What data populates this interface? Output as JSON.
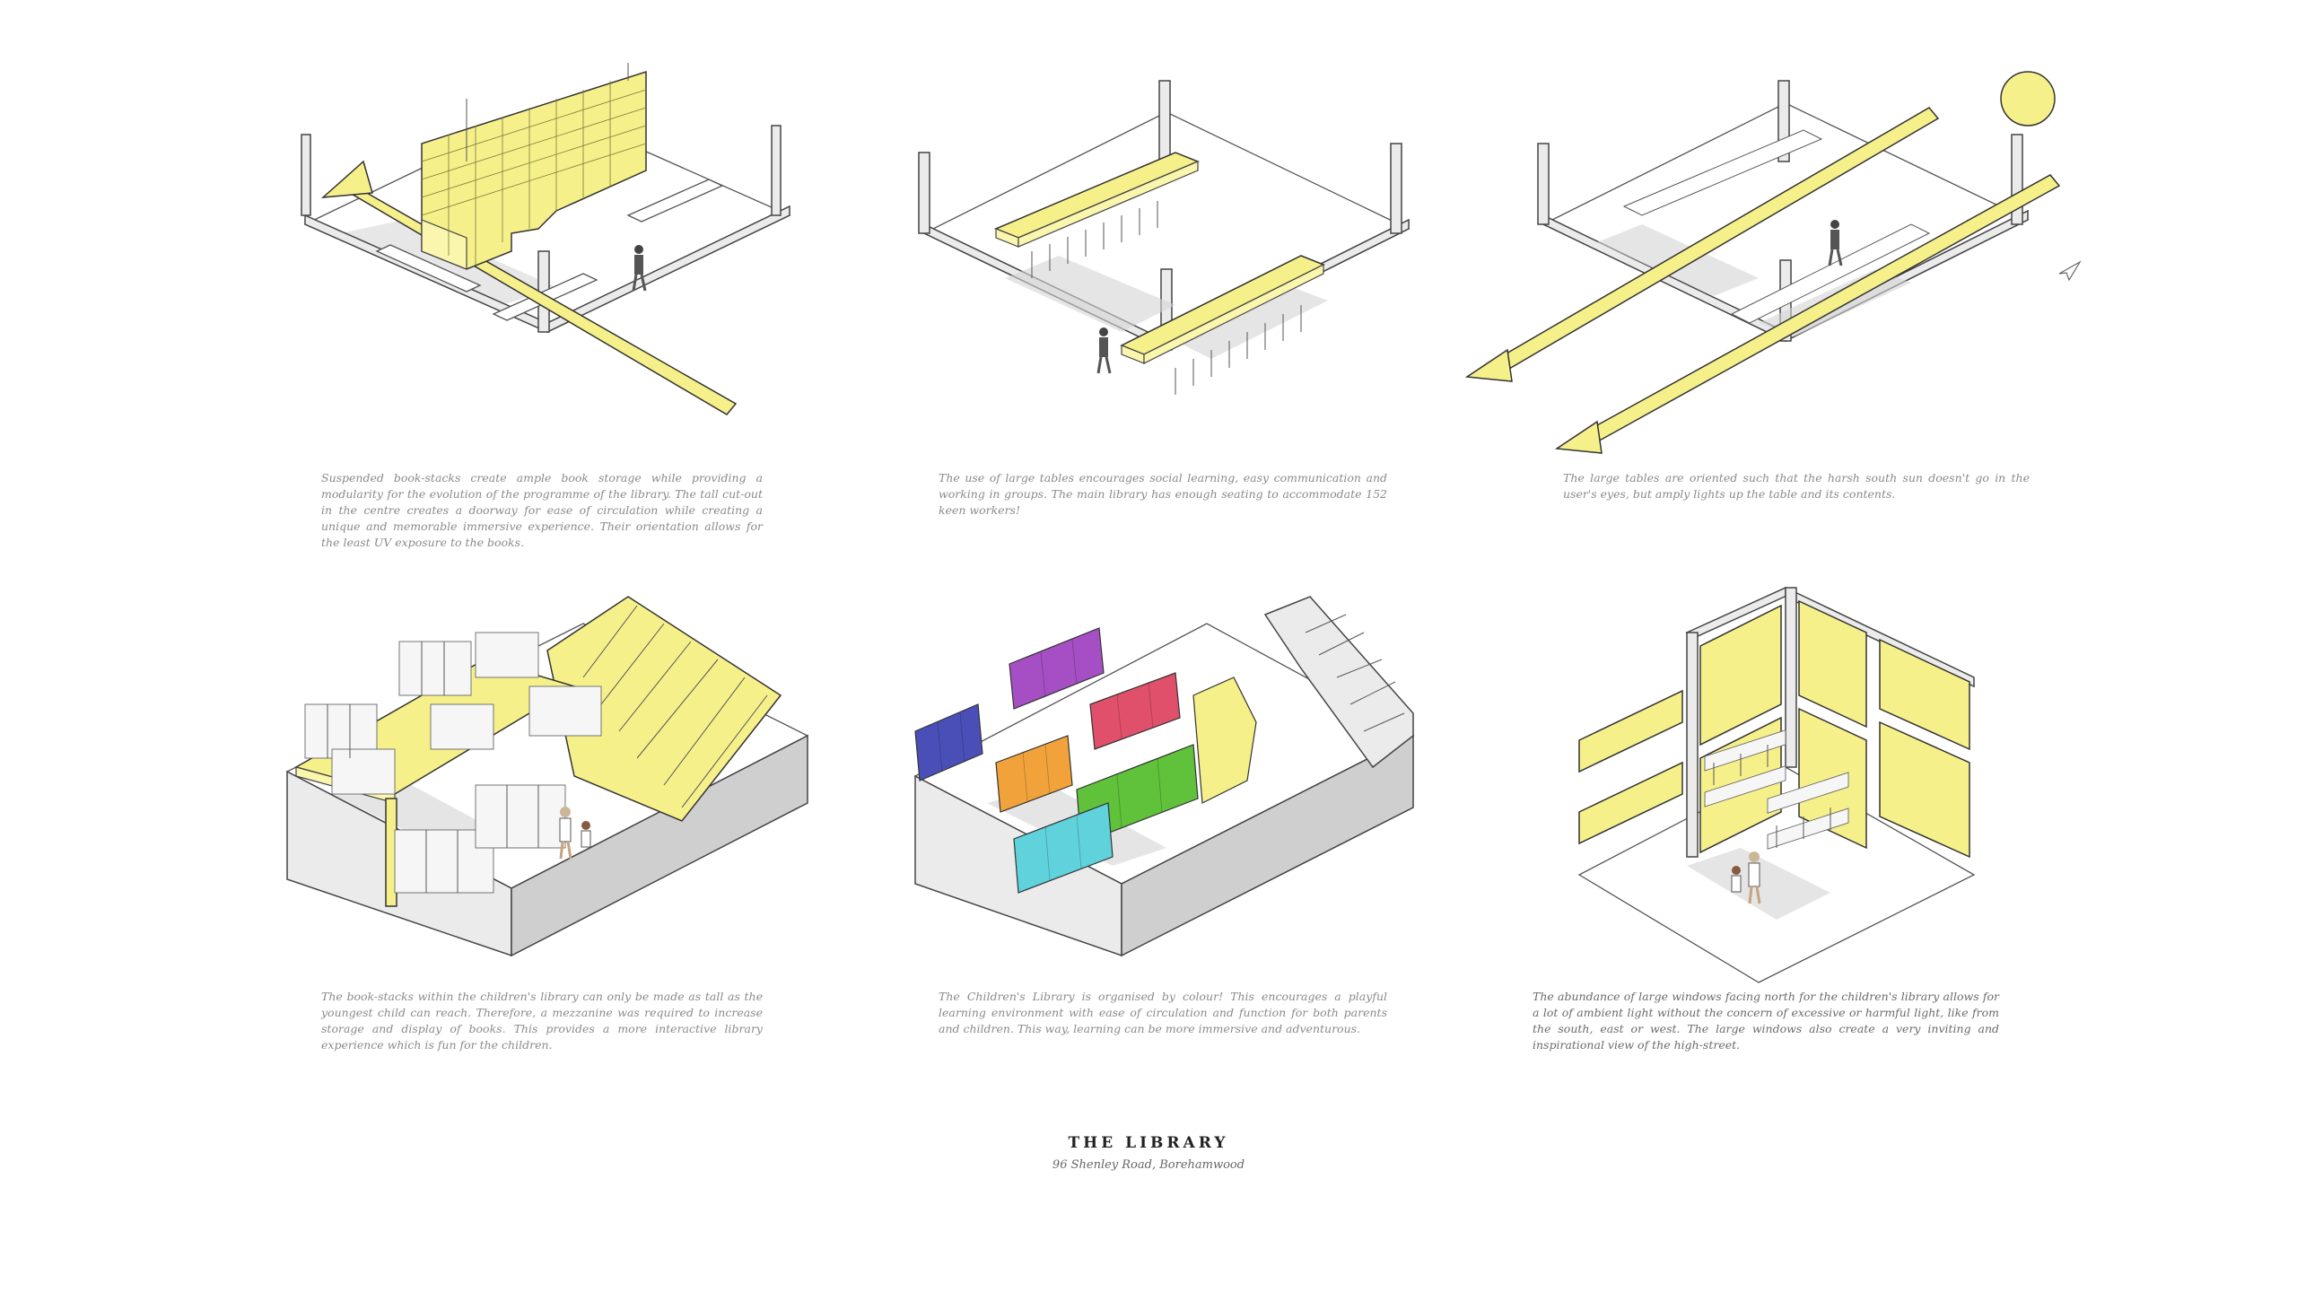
{
  "panels": [
    {
      "caption": "Suspended book-stacks create ample book storage while providing a modularity for the evolution of the programme of the library. The tall cut-out in the centre creates a doorway for ease of circulation while creating a unique and memorable immersive experience. Their orientation allows for the least UV exposure to the books."
    },
    {
      "caption": "The use of large tables encourages social learning, easy communication and working in groups. The main library has enough seating to accommodate 152 keen workers!"
    },
    {
      "caption": "The large tables are oriented such that the harsh south sun doesn't go in the user's eyes, but amply lights up the table and its contents."
    },
    {
      "caption": "The book-stacks within the children's library can only be made as tall as the youngest child can reach. Therefore, a mezzanine was required to increase storage and display of books. This provides a more interactive library experience which is fun for the children."
    },
    {
      "caption": "The Children's Library is organised by colour! This encourages a playful learning environment with ease of circulation and function for both parents and children. This way, learning can be more immersive and adventurous."
    },
    {
      "caption": "The abundance of large windows facing north for the children's library allows for a lot of ambient light without the concern of excessive or harmful light, like from the south, east or west. The large windows also create a very inviting and inspirational view of the high-street."
    }
  ],
  "footer": {
    "title": "THE LIBRARY",
    "subtitle": "96 Shenley Road, Borehamwood"
  },
  "colors": {
    "accent_yellow": "#f6f08a",
    "shelf_blue": "#4a4fb8",
    "shelf_purple": "#a64fc4",
    "shelf_red": "#e0506a",
    "shelf_orange": "#f2a23a",
    "shelf_green": "#5fc23a",
    "shelf_cyan": "#5fd2dc"
  }
}
